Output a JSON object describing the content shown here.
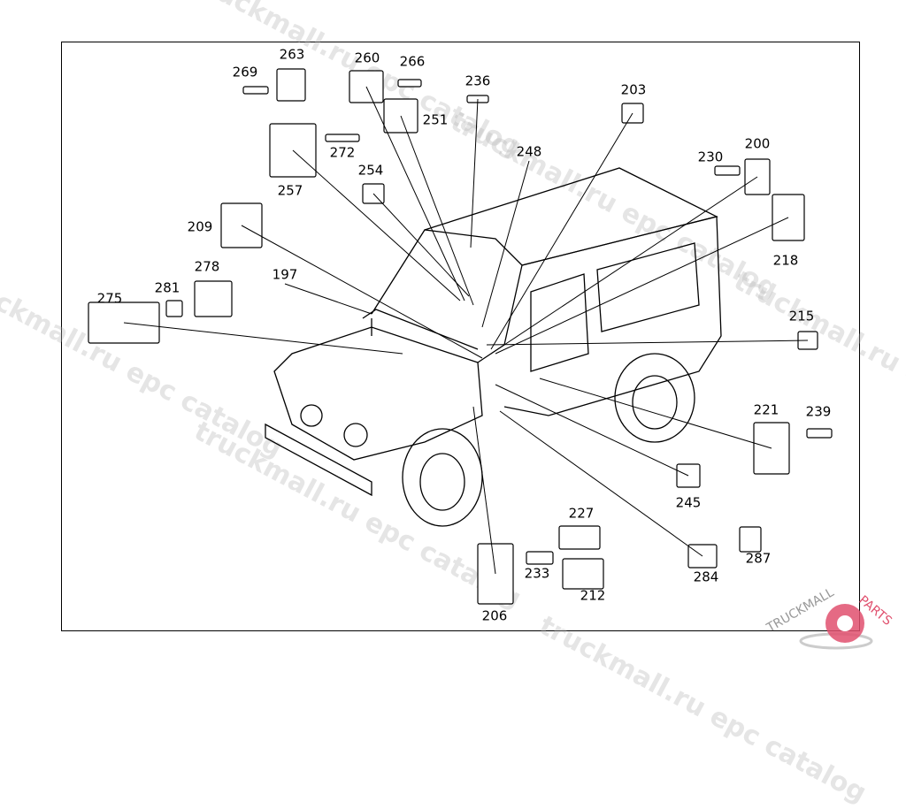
{
  "diagram": {
    "labels": [
      "263",
      "269",
      "260",
      "266",
      "236",
      "203",
      "251",
      "272",
      "248",
      "230",
      "200",
      "257",
      "254",
      "209",
      "218",
      "278",
      "197",
      "281",
      "275",
      "215",
      "221",
      "239",
      "245",
      "227",
      "287",
      "233",
      "284",
      "212",
      "206"
    ]
  },
  "watermark": {
    "text": "truckmall.ru epc catalog"
  },
  "logo": {
    "text_left": "TRUCKMALL",
    "text_right": "PARTS",
    "color": "#e0506e"
  }
}
